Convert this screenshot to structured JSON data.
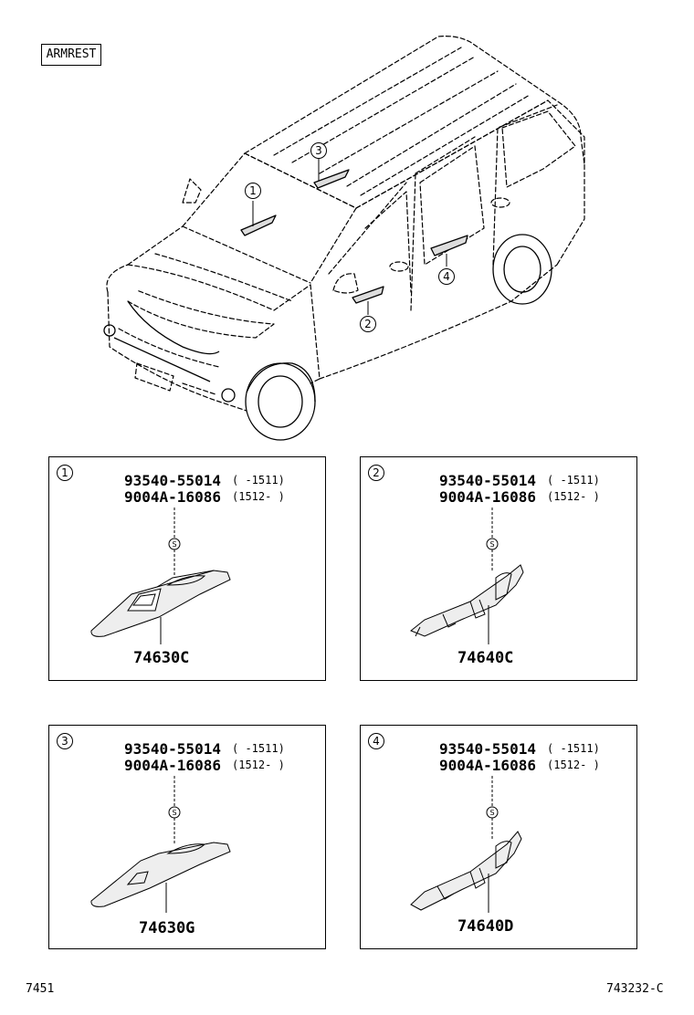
{
  "header": {
    "tag": "ARMREST"
  },
  "callouts": [
    "1",
    "2",
    "3",
    "4"
  ],
  "panels": [
    {
      "num": "1",
      "line1_part": "93540-55014",
      "line1_range": "(    -1511)",
      "line2_part": "9004A-16086",
      "line2_range": "(1512-     )",
      "part_no": "74630C",
      "screw": "S"
    },
    {
      "num": "2",
      "line1_part": "93540-55014",
      "line1_range": "(    -1511)",
      "line2_part": "9004A-16086",
      "line2_range": "(1512-     )",
      "part_no": "74640C",
      "screw": "S"
    },
    {
      "num": "3",
      "line1_part": "93540-55014",
      "line1_range": "(    -1511)",
      "line2_part": "9004A-16086",
      "line2_range": "(1512-     )",
      "part_no": "74630G",
      "screw": "S"
    },
    {
      "num": "4",
      "line1_part": "93540-55014",
      "line1_range": "(    -1511)",
      "line2_part": "9004A-16086",
      "line2_range": "(1512-     )",
      "part_no": "74640D",
      "screw": "S"
    }
  ],
  "footer": {
    "left": "7451",
    "right": "743232-C"
  }
}
